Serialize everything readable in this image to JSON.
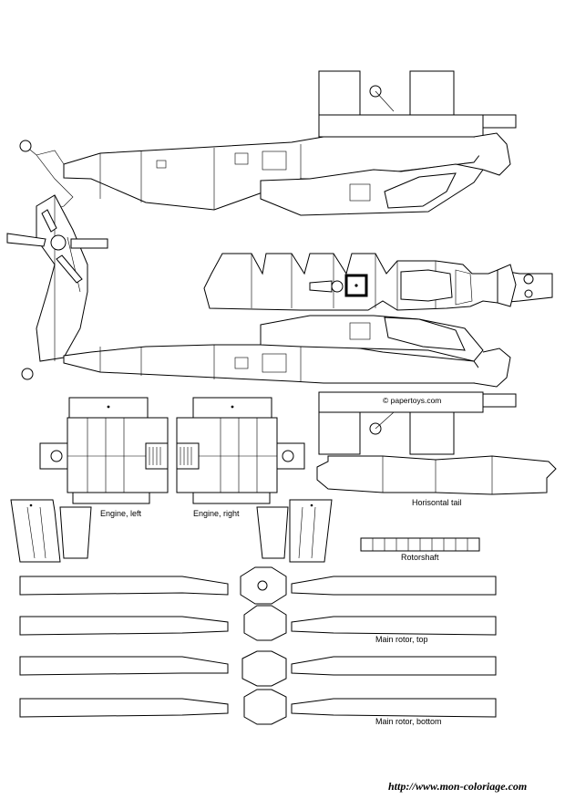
{
  "labels": {
    "engine_left": "Engine, left",
    "engine_right": "Engine, right",
    "horisontal_tail": "Horisontal tail",
    "rotorshaft": "Rotorshaft",
    "main_rotor_top": "Main rotor, top",
    "main_rotor_bottom": "Main rotor, bottom",
    "copyright": "© papertoys.com",
    "footer_url": "http://www.mon-coloriage.com"
  },
  "colors": {
    "line": "#000000",
    "paper": "#ffffff"
  }
}
